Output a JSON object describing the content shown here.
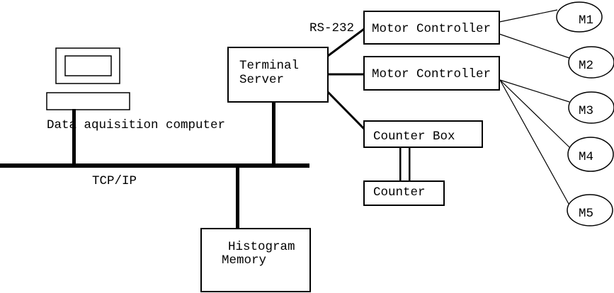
{
  "diagram": {
    "background": "#ffffff",
    "line_color": "#000000",
    "node_fill": "#ffffff",
    "annotations": {
      "rs232": "RS-232",
      "tcpip": "TCP/IP",
      "data_acquisition_computer": "Data aquisition computer"
    },
    "nodes": {
      "terminal_server": {
        "lines": [
          "Terminal",
          "Server"
        ]
      },
      "motor_controller_1": {
        "label": "Motor Controller"
      },
      "motor_controller_2": {
        "label": "Motor Controller"
      },
      "counter_box": {
        "label": "Counter Box"
      },
      "counter": {
        "label": "Counter"
      },
      "histogram_memory": {
        "lines": [
          "Histogram",
          "Memory"
        ]
      }
    },
    "motors": [
      {
        "label": "M1"
      },
      {
        "label": "M2"
      },
      {
        "label": "M3"
      },
      {
        "label": "M4"
      },
      {
        "label": "M5"
      }
    ]
  }
}
